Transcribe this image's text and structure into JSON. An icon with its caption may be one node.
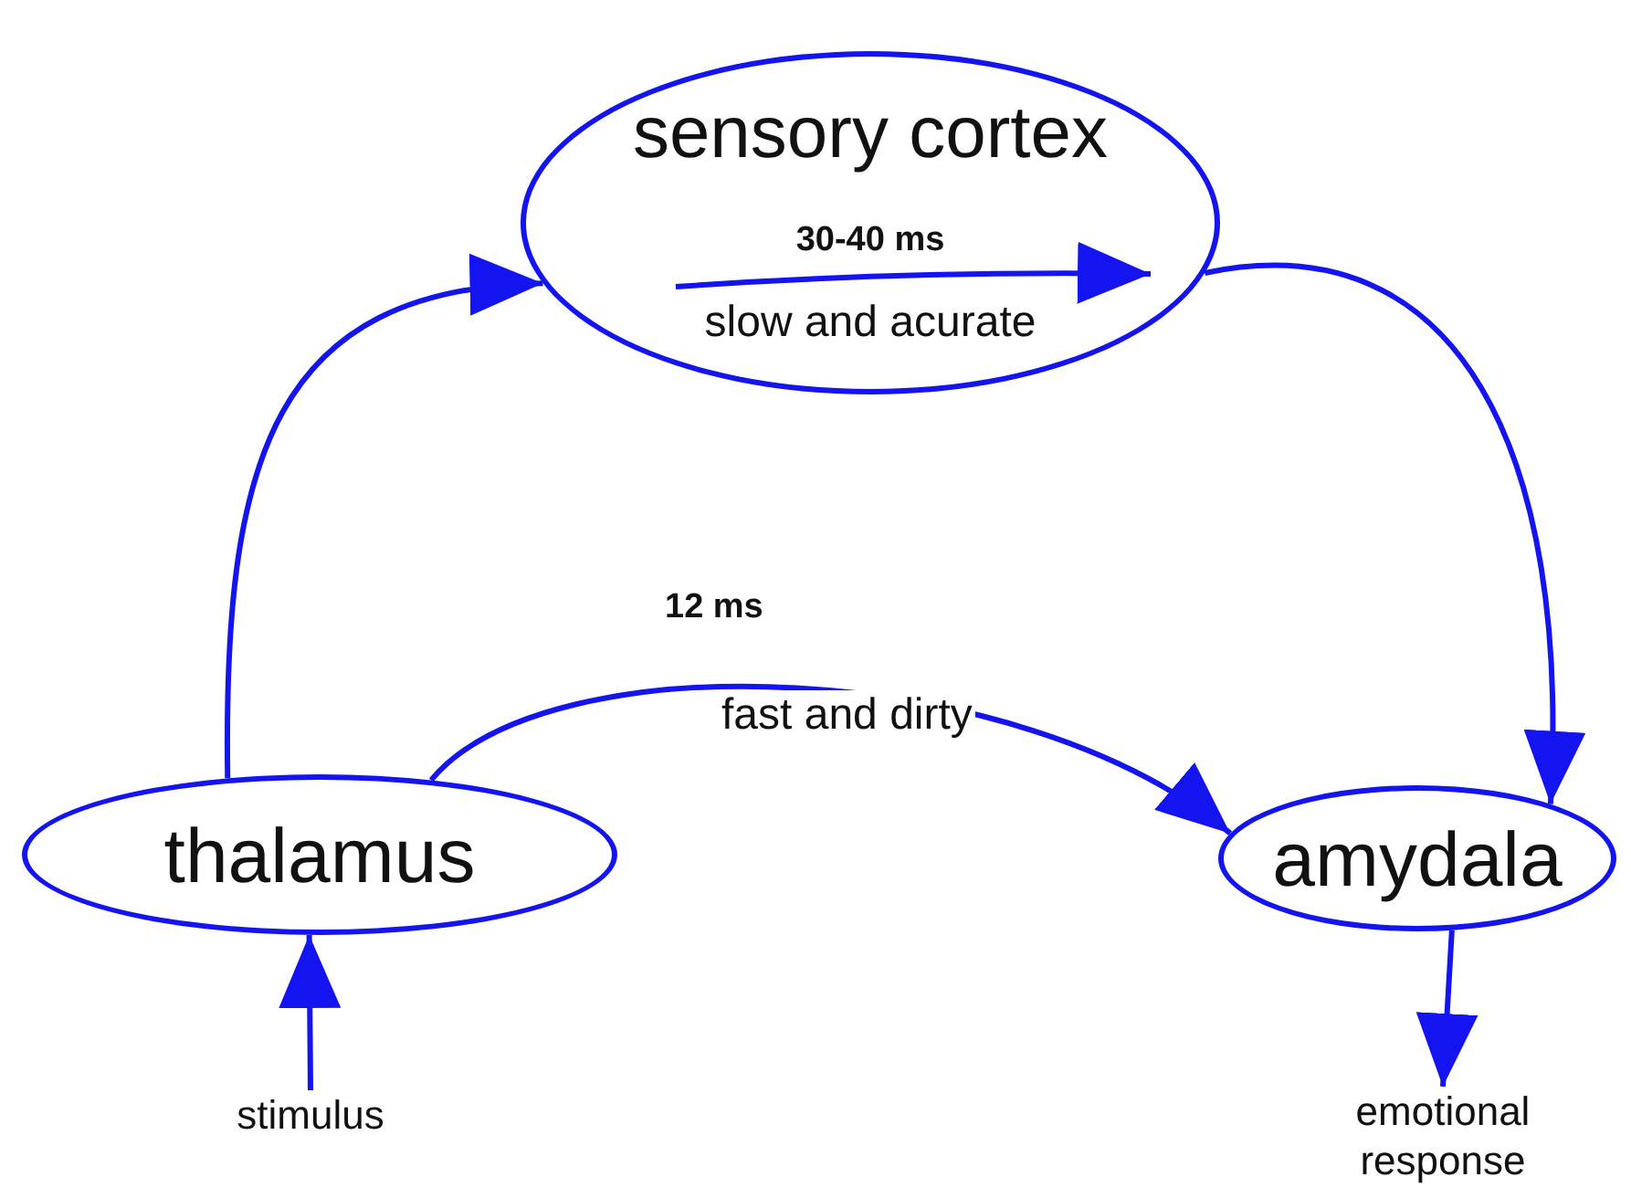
{
  "diagram": {
    "nodes": [
      {
        "text": [
          "sensory cortex",
          "30-40 ms",
          "slow and acurate"
        ]
      },
      {
        "text": [
          "thalamus"
        ]
      },
      {
        "text": [
          "amydala"
        ]
      },
      {
        "text": [
          "stimulus"
        ]
      },
      {
        "text": [
          "emotional response"
        ]
      }
    ],
    "edges": [
      {
        "from": 1,
        "to": 0,
        "arrow": "to"
      },
      {
        "from": 0,
        "to": 2,
        "arrow": "to"
      },
      {
        "from": 1,
        "to": 2,
        "arrow": "to",
        "label": "12 ms"
      },
      {
        "from": 3,
        "to": 1,
        "arrow": "to"
      },
      {
        "from": 2,
        "to": 4,
        "arrow": "to"
      }
    ],
    "labels": [
      "fast and dirty"
    ]
  }
}
